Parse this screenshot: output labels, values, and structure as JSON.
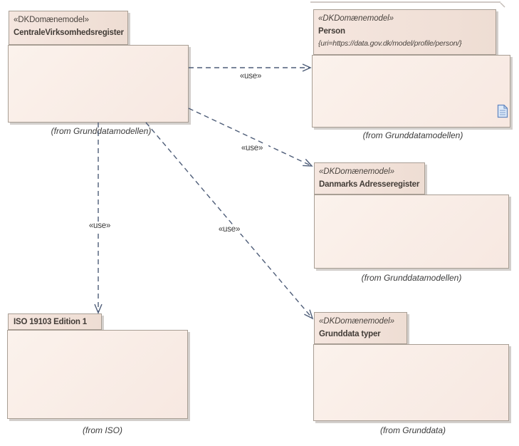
{
  "diagram": {
    "type": "uml-package-diagram",
    "packages": [
      {
        "stereotype": "«DKDomænemodel»",
        "name": "CentraleVirksomhedsregister",
        "from": "(from Grunddatamodellen)"
      },
      {
        "stereotype": "«DKDomænemodel»",
        "name": "Person",
        "uri": "{uri=https://data.gov.dk/model/profile/person/}",
        "from": "(from Grunddatamodellen)",
        "icon": "document-icon"
      },
      {
        "stereotype": "«DKDomænemodel»",
        "name": "Danmarks Adresseregister",
        "from": "(from Grunddatamodellen)"
      },
      {
        "name": "ISO 19103 Edition 1",
        "from": "(from ISO)"
      },
      {
        "stereotype": "«DKDomænemodel»",
        "name": "Grunddata typer",
        "from": "(from Grunddata)"
      }
    ],
    "dependencies": [
      {
        "label": "«use»",
        "from": "CentraleVirksomhedsregister",
        "to": "Person"
      },
      {
        "label": "«use»",
        "from": "CentraleVirksomhedsregister",
        "to": "Danmarks Adresseregister"
      },
      {
        "label": "«use»",
        "from": "CentraleVirksomhedsregister",
        "to": "ISO 19103 Edition 1"
      },
      {
        "label": "«use»",
        "from": "CentraleVirksomhedsregister",
        "to": "Grunddata typer"
      }
    ],
    "colors": {
      "tab_fill": "#f2e1d8",
      "body_fill": "#faf0ea",
      "border": "#a89e94",
      "shadow": "#c6c0ba",
      "connector": "#4e5d78",
      "text": "#40403e",
      "icon_blue": "#6488c0",
      "background": "#ffffff"
    }
  }
}
